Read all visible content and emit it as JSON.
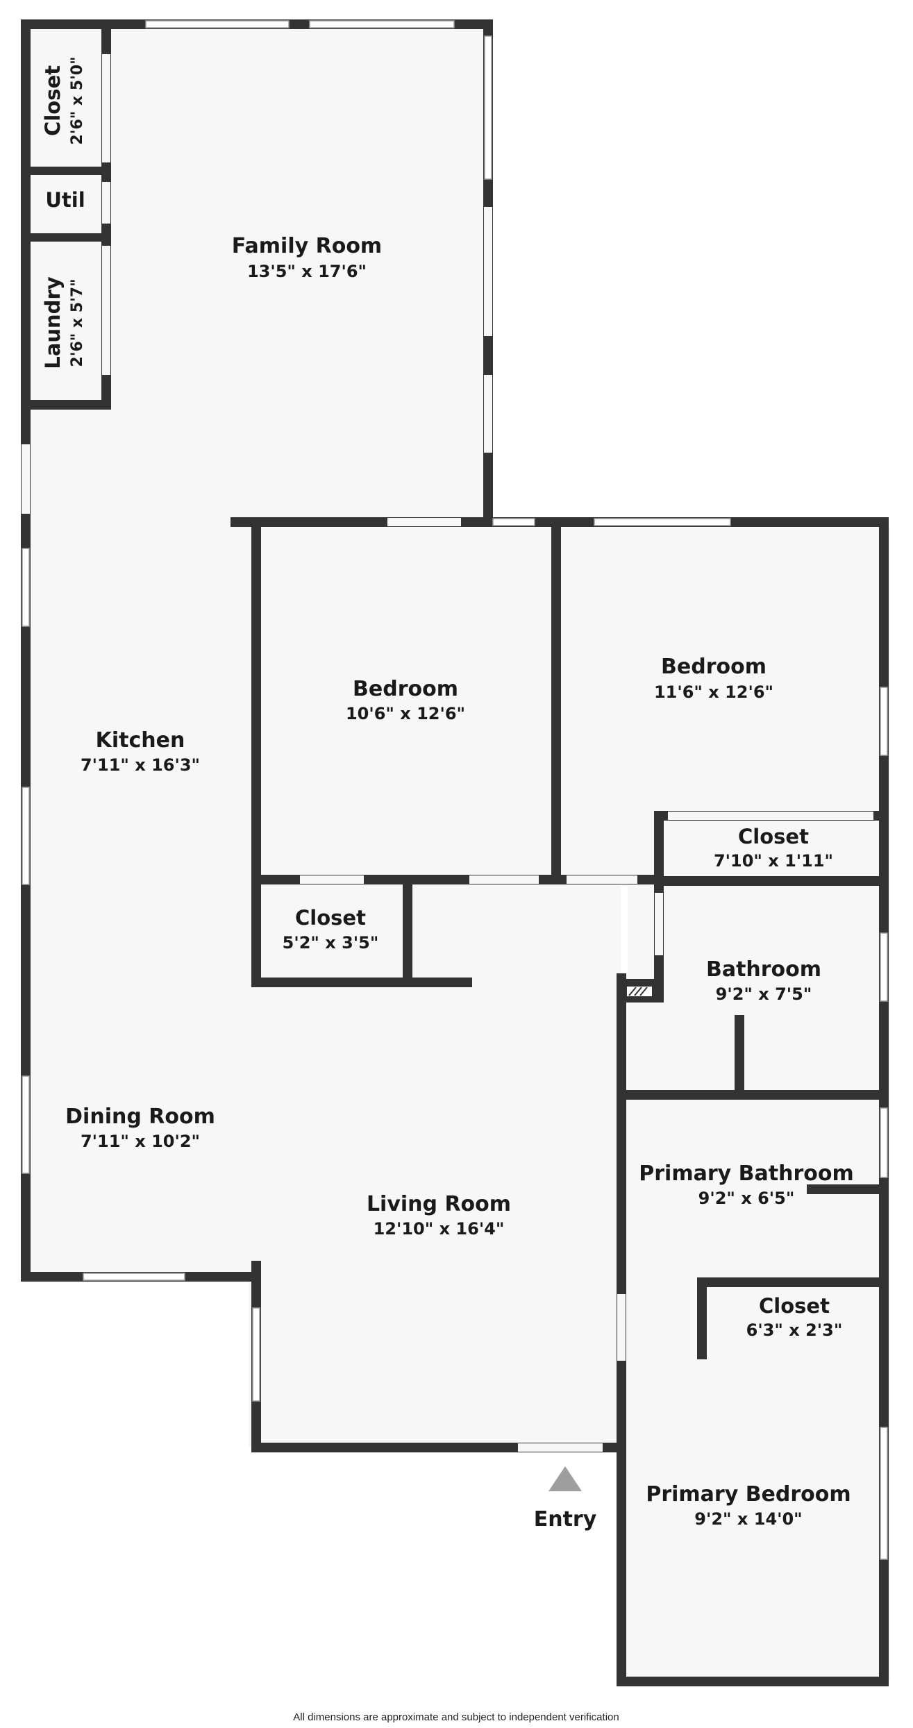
{
  "colors": {
    "wall": "#333333",
    "floor": "#f7f7f7",
    "window": "#ffffff",
    "text": "#1a1a1a",
    "entry_marker": "#9e9e9e"
  },
  "rooms": {
    "family_room": {
      "name": "Family Room",
      "dims": "13'5\" x 17'6\""
    },
    "closet_a": {
      "name": "Closet",
      "dims": "2'6\" x 5'0\""
    },
    "util": {
      "name": "Util"
    },
    "laundry": {
      "name": "Laundry",
      "dims": "2'6\" x 5'7\""
    },
    "kitchen": {
      "name": "Kitchen",
      "dims": "7'11\" x 16'3\""
    },
    "bedroom_1": {
      "name": "Bedroom",
      "dims": "10'6\" x 12'6\""
    },
    "bedroom_2": {
      "name": "Bedroom",
      "dims": "11'6\" x 12'6\""
    },
    "closet_b": {
      "name": "Closet",
      "dims": "7'10\" x 1'11\""
    },
    "closet_c": {
      "name": "Closet",
      "dims": "5'2\" x 3'5\""
    },
    "bathroom": {
      "name": "Bathroom",
      "dims": "9'2\" x 7'5\""
    },
    "dining_room": {
      "name": "Dining Room",
      "dims": "7'11\" x 10'2\""
    },
    "living_room": {
      "name": "Living Room",
      "dims": "12'10\" x 16'4\""
    },
    "primary_bathroom": {
      "name": "Primary Bathroom",
      "dims": "9'2\" x 6'5\""
    },
    "closet_d": {
      "name": "Closet",
      "dims": "6'3\" x 2'3\""
    },
    "primary_bedroom": {
      "name": "Primary Bedroom",
      "dims": "9'2\" x 14'0\""
    }
  },
  "entry": {
    "label": "Entry",
    "icon": "triangle-up-icon"
  },
  "footer": {
    "disclaimer": "All dimensions are approximate and subject to independent verification"
  }
}
